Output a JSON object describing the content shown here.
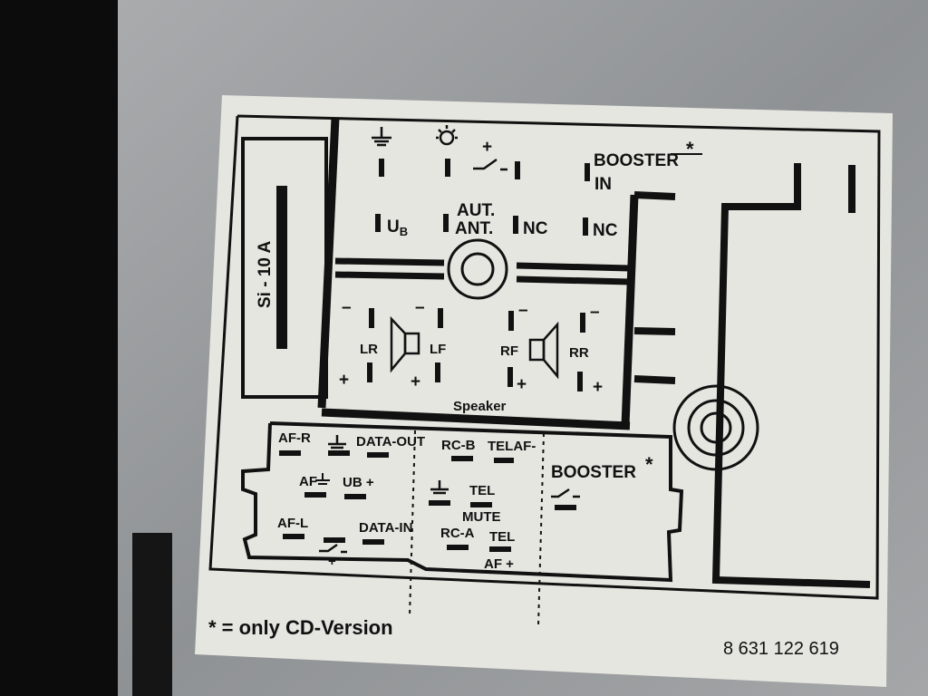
{
  "label": {
    "fuse": "Si - 10 A",
    "top": {
      "booster": "BOOSTER",
      "asterisk": "*",
      "in": "IN",
      "ub": "U",
      "ub_sub": "B",
      "aut": "AUT.",
      "ant": "ANT.",
      "nc1": "NC",
      "nc2": "NC",
      "plus": "+"
    },
    "speaker": {
      "lr": "LR",
      "lf": "LF",
      "rf": "RF",
      "rr": "RR",
      "title": "Speaker",
      "minus": "–",
      "plus": "+"
    },
    "bottom": {
      "af_r": "AF-R",
      "data_out": "DATA-OUT",
      "rc_b": "RC-B",
      "tel_af_minus": "TELAF-",
      "booster": "BOOSTER",
      "asterisk": "*",
      "af_ground": "AF",
      "ub_plus": "UB +",
      "tel1": "TEL",
      "mute": "MUTE",
      "af_l": "AF-L",
      "data_in": "DATA-IN",
      "rc_a": "RC-A",
      "tel2": "TEL",
      "af_plus": "AF +",
      "switch_plus": "+"
    },
    "footnote": "* = only CD-Version",
    "part_number": "8 631 122 619"
  },
  "colors": {
    "label_bg": "#e6e6e1",
    "ink": "#111111",
    "metal": "#9a9c9e"
  }
}
